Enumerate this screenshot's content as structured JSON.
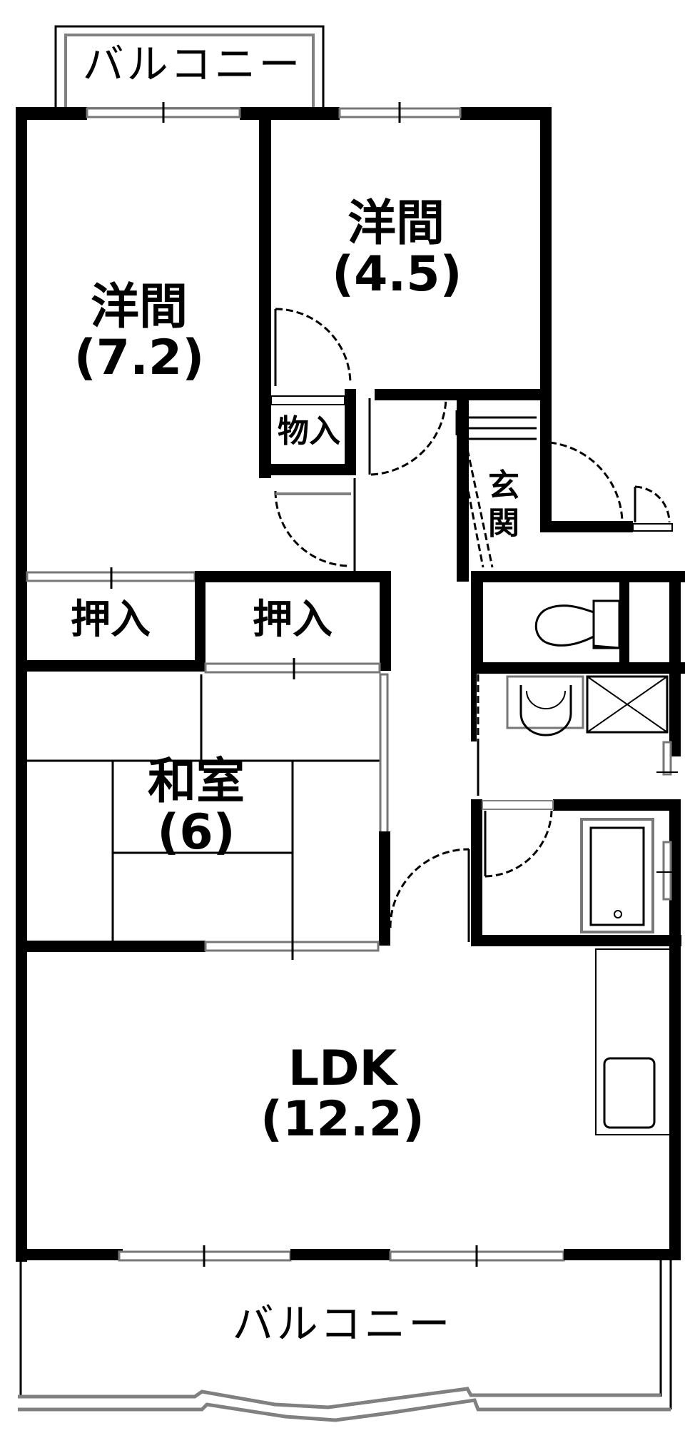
{
  "floor_plan": {
    "balcony_top": {
      "label": "バルコニー"
    },
    "balcony_bottom": {
      "label": "バルコニー"
    },
    "rooms": {
      "western_left": {
        "name": "洋間",
        "size": "(7.2)"
      },
      "western_right": {
        "name": "洋間",
        "size": "(4.5)"
      },
      "storage": {
        "name": "物入"
      },
      "entrance": {
        "name": "玄関"
      },
      "closet_left": {
        "name": "押入"
      },
      "closet_right": {
        "name": "押入"
      },
      "japanese": {
        "name": "和室",
        "size": "(6)"
      },
      "ldk": {
        "name": "LDK",
        "size": "(12.2)"
      }
    },
    "fixtures": [
      "toilet-icon",
      "washbasin-icon",
      "washing-machine-pan-icon",
      "bathtub-icon",
      "kitchen-sink-icon"
    ],
    "colors": {
      "wall": "#000000",
      "window": "#808080",
      "background": "#ffffff"
    }
  }
}
